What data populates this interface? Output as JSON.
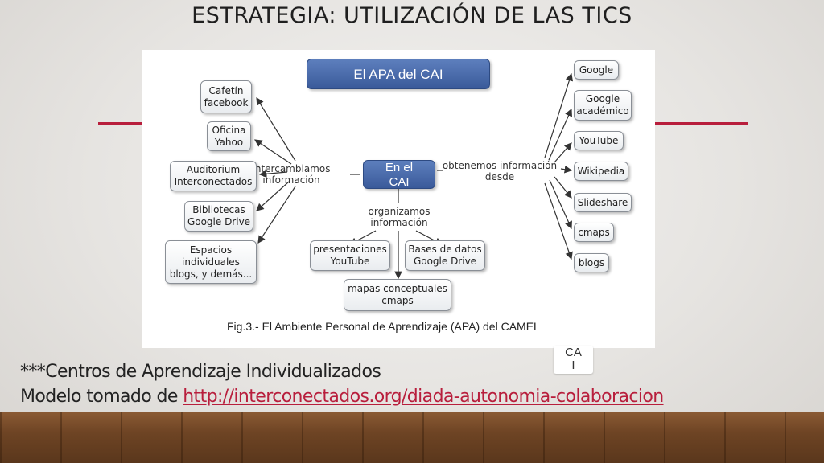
{
  "slide": {
    "title": "ESTRATEGIA: UTILIZACIÓN DE LAS TICS",
    "note_line1": "***Centros de Aprendizaje Individualizados",
    "note_line2_prefix": "Modelo tomado de ",
    "note_link": "http://interconectados.org/diada-autonomia-colaboracion",
    "badge": "CA\nI"
  },
  "diagram": {
    "header": "El APA del CAI",
    "center": "En el\nCAI",
    "branch_left": "intercambiamos\ninformación",
    "branch_right": "obtenemos información\ndesde",
    "branch_bottom": "organizamos\ninformación",
    "left_nodes": [
      "Cafetín\nfacebook",
      "Oficina\nYahoo",
      "Auditorium\nInterconectados",
      "Bibliotecas\nGoogle Drive",
      "Espacios\nindividuales\nblogs, y demás..."
    ],
    "right_nodes": [
      "Google",
      "Google\nacadémico",
      "YouTube",
      "Wikipedia",
      "Slideshare",
      "cmaps",
      "blogs"
    ],
    "bottom_nodes": [
      "presentaciones\nYouTube",
      "Bases de datos\nGoogle Drive",
      "mapas conceptuales\ncmaps"
    ],
    "caption": "Fig.3.- El Ambiente Personal de Aprendizaje (APA) del CAMEL"
  },
  "colors": {
    "accent": "#b81e3c",
    "header_blue": "#4a6aa8",
    "link": "#b81e3c"
  }
}
